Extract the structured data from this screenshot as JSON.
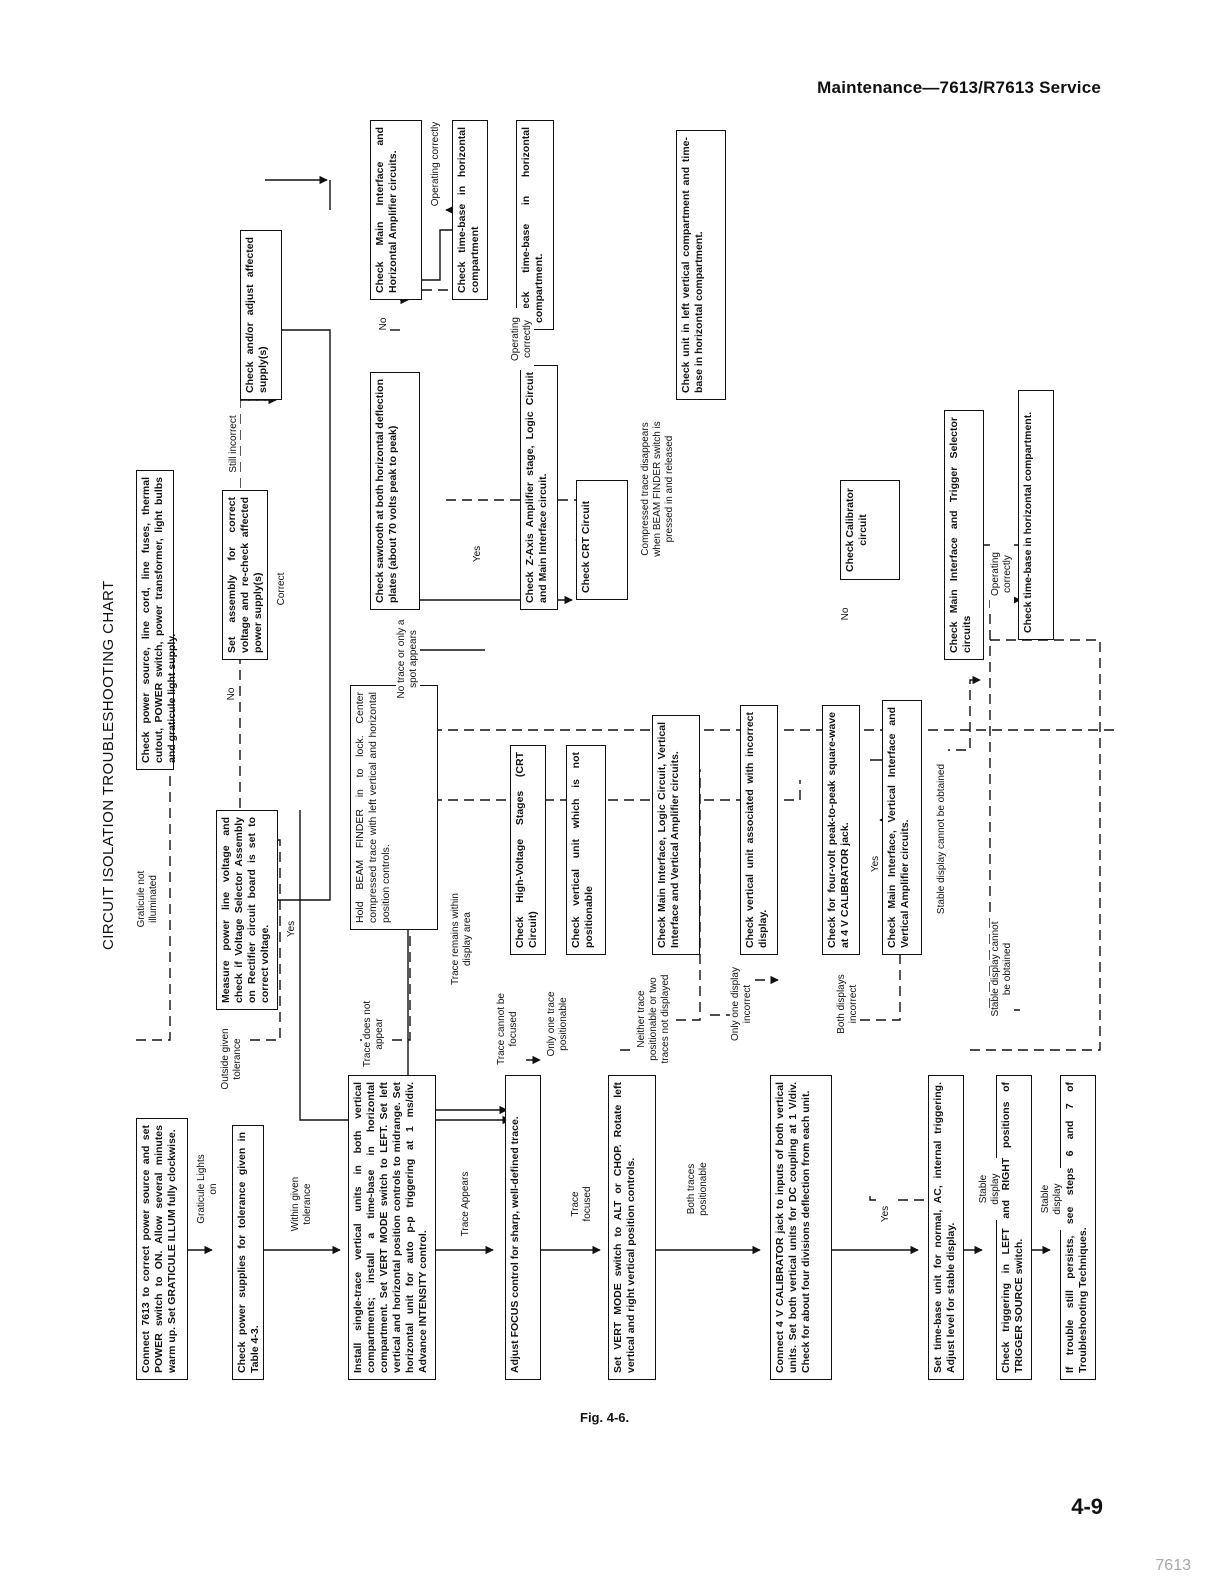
{
  "page": {
    "header": "Maintenance—7613/R7613 Service",
    "figure": "Fig. 4-6.",
    "page_number": "4-9",
    "watermark": "7613"
  },
  "chart_title": "CIRCUIT ISOLATION TROUBLESHOOTING CHART",
  "nodes": {
    "start": "Connect 7613 to correct power source and set POWER switch to ON. Allow several minutes warm up. Set GRATICULE ILLUM fully clockwise.",
    "check_power_source": "Check power source, line cord, line fuses, thermal cutout, POWER switch, power transformer, light bulbs and graticule light supply.",
    "check_supplies": "Check power supplies for tolerance given in Table 4-3.",
    "measure_line": "Measure power line voltage and check if Voltage Selector Assembly on Rectifier circuit board is set to correct voltage.",
    "set_assembly": "Set assembly for correct voltage and re-check affected power supply(s)",
    "check_adjust_supply": "Check and/or adjust affected supply(s)",
    "install_units": "Install single-trace vertical units in both vertical compartments; install a time-base in horizontal compartment. Set VERT MODE switch to LEFT. Set left vertical and horizontal position controls to midrange. Set horizontal unit for auto p-p triggering at 1 ms/div. Advance INTENSITY control.",
    "beam_finder": "Hold BEAM FINDER in to lock. Center compressed trace with left vertical and horizontal position controls.",
    "sawtooth": "Check sawtooth at both horizontal deflection plates (about 70 volts peak to peak)",
    "main_horiz": "Check Main Interface and Horizontal Amplifier circuits.",
    "timebase_a": "Check time-base in horizontal compartment",
    "z_axis": "Check Z-Axis Amplifier stage, Logic Circuit and Main Interface circuit.",
    "timebase_b": "Check time-base in horizontal compartment.",
    "crt": "Check CRT Circuit",
    "left_vertical": "Check unit in left vertical compartment and time-base in horizontal compartment.",
    "focus": "Adjust FOCUS control for sharp, well-defined trace.",
    "high_voltage": "Check High-Voltage Stages (CRT Circuit)",
    "vert_mode": "Set VERT MODE switch to ALT or CHOP. Rotate left vertical and right vertical position controls.",
    "not_positionable": "Check vertical unit which is not positionable",
    "logic_circuit": "Check Main Interface, Logic Circuit, Vertical Interface and Vertical Amplifier circuits.",
    "calibrator": "Connect 4 V CALIBRATOR jack to inputs of both vertical units. Set both vertical units for DC coupling at 1 V/div. Check for about four divisions deflection from each unit.",
    "incorrect_display": "Check vertical unit associated with incorrect display.",
    "four_volt": "Check for four-volt peak-to-peak square-wave at 4 V CALIBRATOR jack.",
    "cal_circuit": "Check Calibrator circuit",
    "main_vert": "Check Main Interface, Vertical Interface and Vertical Amplifier circuits.",
    "time_base": "Set time-base unit for normal, AC, internal triggering. Adjust level for stable display.",
    "trigger_selector": "Check Main Interface and Trigger Selector circuits",
    "timebase_c": "Check time-base in horizontal compartment.",
    "triggering": "Check triggering in LEFT and RIGHT positions of TRIGGER SOURCE switch.",
    "persist": "If trouble still persists, see steps 6 and 7 of Troubleshooting Techniques."
  },
  "edge_labels": {
    "graticule_on": "Graticule Lights on",
    "graticule_off": "Graticule not illuminated",
    "outside_tolerance": "Outside given tolerance",
    "within_tolerance": "Within given tolerance",
    "no_a": "No",
    "yes_a": "Yes",
    "correct": "Correct",
    "still_incorrect": "Still incorrect",
    "trace_no": "Trace does not appear",
    "trace_appears": "Trace Appears",
    "trace_remains": "Trace remains within display area",
    "no_trace_spot": "No trace or only a spot appears",
    "no_b": "No",
    "yes_b": "Yes",
    "op_correct_a": "Operating correctly",
    "op_correct_b": "Operating correctly",
    "compressed": "Compressed trace disappears when BEAM FINDER switch is pressed in and released",
    "cannot_focus": "Trace cannot be focused",
    "focused": "Trace focused",
    "only_one_trace": "Only one trace positionable",
    "neither_trace": "Neither trace positionable or two traces not displayed",
    "both_positionable": "Both traces positionable",
    "only_one_display": "Only one display incorrect",
    "both_incorrect": "Both displays incorrect",
    "no_c": "No",
    "yes_c": "Yes",
    "yes_d": "Yes",
    "stable_cannot": "Stable display cannot be obtained",
    "stable_display_a": "Stable display",
    "stable_cannot_b": "Stable display cannot be obtained",
    "op_correct_c": "Operating correctly",
    "stable_display_b": "Stable display"
  }
}
